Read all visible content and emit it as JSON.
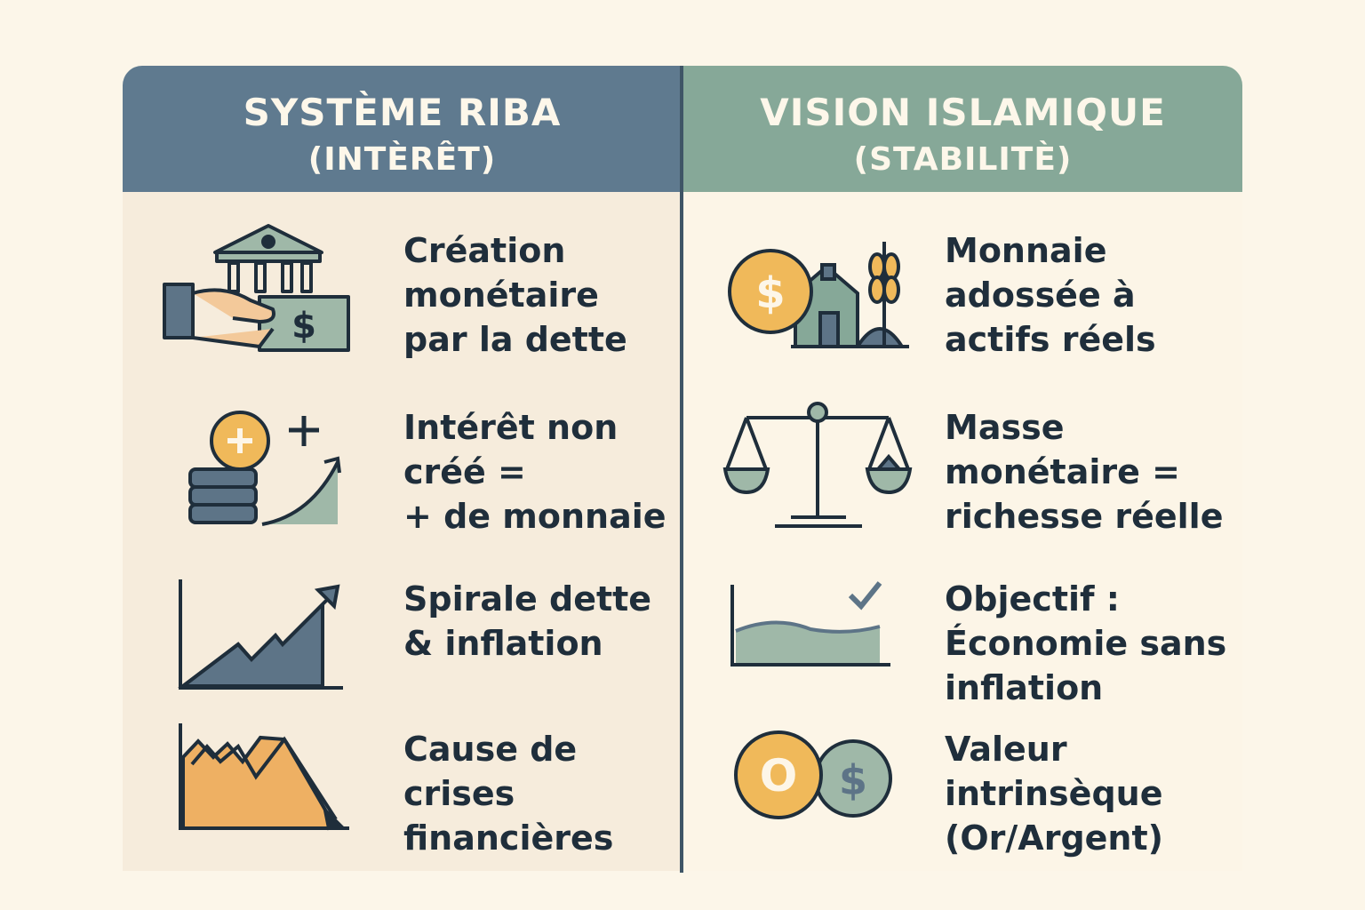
{
  "left": {
    "title": "SYSTÈME RIBA",
    "subtitle": "(INTÈRÊT)",
    "items": [
      {
        "icon": "bank-hand-money-icon",
        "text": "Création\nmonétaire\npar la dette"
      },
      {
        "icon": "coins-plus-arrow-icon",
        "text": "Intérêt non\ncréé =\n+ de monnaie"
      },
      {
        "icon": "rising-chart-icon",
        "text": "Spirale dette\n& inflation"
      },
      {
        "icon": "falling-chart-icon",
        "text": "Cause de\ncrises\nfinancières"
      }
    ]
  },
  "right": {
    "title": "VISION ISLAMIQUE",
    "subtitle": "(STABILITÈ)",
    "items": [
      {
        "icon": "coin-house-wheat-icon",
        "text": "Monnaie\nadossée à\nactifs réels"
      },
      {
        "icon": "balance-scale-icon",
        "text": "Masse\nmonétaire =\nrichesse réelle"
      },
      {
        "icon": "stable-chart-check-icon",
        "text": "Objectif :\nÉconomie sans\ninflation"
      },
      {
        "icon": "gold-silver-coins-icon",
        "text": "Valeur\nintrinsèque\n(Or/Argent)"
      }
    ]
  },
  "colors": {
    "left_header": "#5f7a8f",
    "right_header": "#86a898",
    "gold": "#f0b95a",
    "orange": "#eeb063",
    "sage": "#9fb8a8",
    "slate": "#5d7487",
    "ink": "#1f2e3b"
  }
}
